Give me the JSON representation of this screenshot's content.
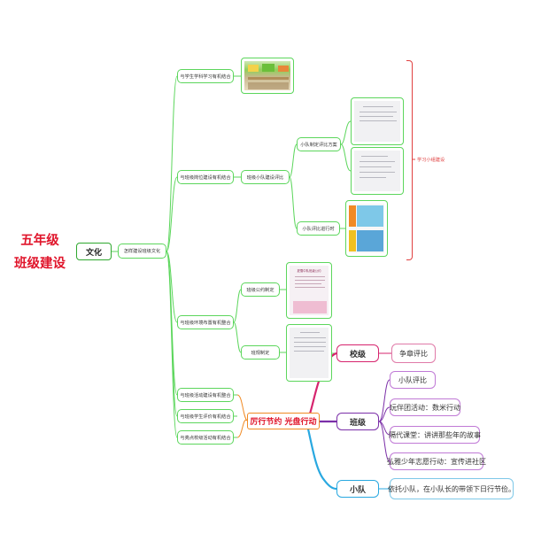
{
  "title": {
    "line1": "五年级",
    "line2": "班级建设"
  },
  "root": {
    "label": "文化"
  },
  "level1": {
    "label": "怎样建设班级文化"
  },
  "branches": {
    "b1": {
      "label": "与学生学科学习有机结合"
    },
    "b2": {
      "label": "与班级岗位建设有机结合"
    },
    "b3": {
      "label": "与班级环境布置有机整合"
    },
    "b4": {
      "label": "与班级活动建设有机整合"
    },
    "b5": {
      "label": "与班级学生评价有机结合"
    },
    "b6": {
      "label": "与亮点校级活动有机结合"
    }
  },
  "sub": {
    "team_eval": "班级小队建设评比",
    "team_plan": "小队制定评比方案",
    "team_progress": "小队评比进行时",
    "convention": "班级公约制定",
    "rules": "班规制定"
  },
  "bracket_label": "学习小组建设",
  "activity": {
    "label": "厉行节约 光盘行动"
  },
  "levels": {
    "school": {
      "label": "校级",
      "items": [
        "争章评比"
      ]
    },
    "class": {
      "label": "班级",
      "items": [
        "小队评比",
        "玩伴团活动：数米行动",
        "隔代课堂：讲讲那些年的故事",
        "弘雅少年志愿行动：宣传进社区"
      ]
    },
    "team": {
      "label": "小队",
      "items": [
        "依托小队，在小队长的带领下日行节俭。"
      ]
    }
  },
  "photo_doc": {
    "heading": "夏雪中队班级公约"
  },
  "colors": {
    "title_red": "#e0152b",
    "green_line": "#5cd65c",
    "school_line": "#d6246e",
    "class_line": "#7b2fa8",
    "team_line": "#29a8e0",
    "activity_orange": "#f08a24",
    "bracket_red": "#e04040",
    "leaf_border": "#c07ad6"
  }
}
